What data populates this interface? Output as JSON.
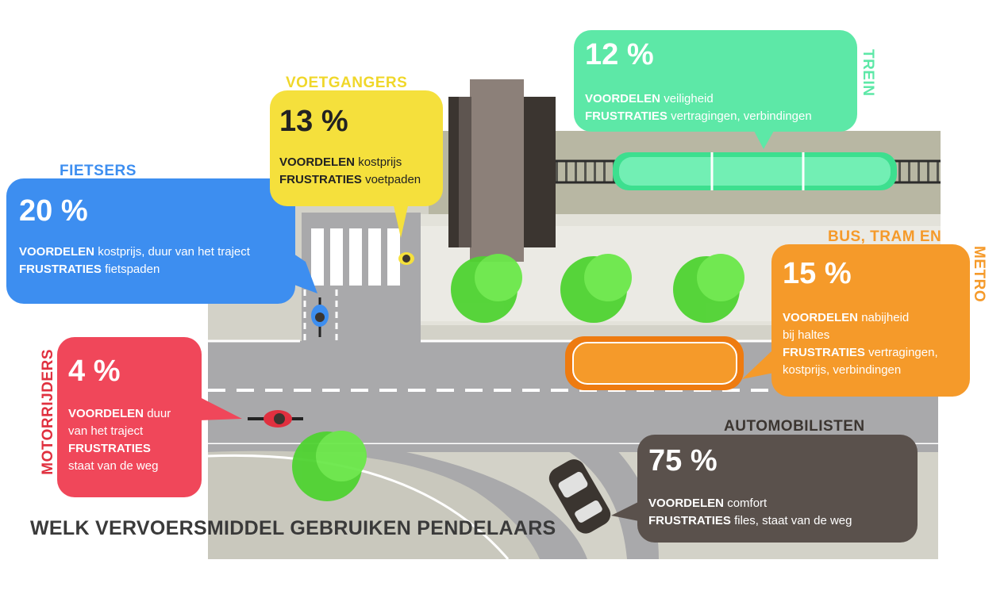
{
  "title": "WELK VERVOERSMIDDEL GEBRUIKEN PENDELAARS",
  "colors": {
    "cyclists": "#3d8ef0",
    "pedestrians": "#f5e03c",
    "train": "#5de8a7",
    "bus": "#f59a2a",
    "motorcyclists": "#f0475a",
    "cars": "#5a514c",
    "tree": "#4fd331",
    "road": "#a9a9ab",
    "sidewalk": "#d3d2c8"
  },
  "modes": {
    "cyclists": {
      "label": "FIETSERS",
      "percent": "20 %",
      "advantages_label": "VOORDELEN",
      "advantages": "kostprijs, duur van het traject",
      "frustrations_label": "FRUSTRATIES",
      "frustrations": "fietspaden"
    },
    "pedestrians": {
      "label": "VOETGANGERS",
      "percent": "13 %",
      "advantages_label": "VOORDELEN",
      "advantages": "kostprijs",
      "frustrations_label": "FRUSTRATIES",
      "frustrations": "voetpaden"
    },
    "train": {
      "label": "TREIN",
      "percent": "12 %",
      "advantages_label": "VOORDELEN",
      "advantages": "veiligheid",
      "frustrations_label": "FRUSTRATIES",
      "frustrations": "vertragingen, verbindingen"
    },
    "bus": {
      "label_line1": "BUS, TRAM EN",
      "label_line2": "METRO",
      "percent": "15 %",
      "advantages_label": "VOORDELEN",
      "advantages_1": "nabijheid",
      "advantages_2": "bij haltes",
      "frustrations_label": "FRUSTRATIES",
      "frustrations_1": "vertragingen,",
      "frustrations_2": "kostprijs, verbindingen"
    },
    "motorcyclists": {
      "label": "MOTORRIJDERS",
      "percent": "4 %",
      "advantages_label": "VOORDELEN",
      "advantages_1": "duur",
      "advantages_2": "van het traject",
      "frustrations_label": "FRUSTRATIES",
      "frustrations": "staat van de weg"
    },
    "cars": {
      "label": "AUTOMOBILISTEN",
      "percent": "75 %",
      "advantages_label": "VOORDELEN",
      "advantages": "comfort",
      "frustrations_label": "FRUSTRATIES",
      "frustrations": "files, staat van de weg"
    }
  }
}
